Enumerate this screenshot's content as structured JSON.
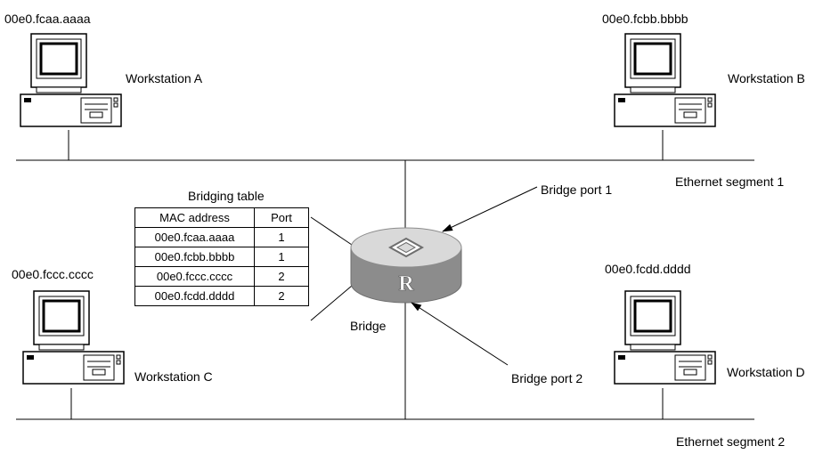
{
  "workstations": {
    "a": {
      "mac": "00e0.fcaa.aaaa",
      "name": "Workstation A"
    },
    "b": {
      "mac": "00e0.fcbb.bbbb",
      "name": "Workstation B"
    },
    "c": {
      "mac": "00e0.fccc.cccc",
      "name": "Workstation C"
    },
    "d": {
      "mac": "00e0.fcdd.dddd",
      "name": "Workstation D"
    }
  },
  "segments": {
    "one": "Ethernet segment 1",
    "two": "Ethernet segment 2"
  },
  "bridge": {
    "label": "Bridge",
    "icon_letter": "R",
    "port1": "Bridge port 1",
    "port2": "Bridge port 2"
  },
  "bridging_table": {
    "title": "Bridging table",
    "headers": [
      "MAC address",
      "Port"
    ],
    "rows": [
      {
        "mac": "00e0.fcaa.aaaa",
        "port": "1"
      },
      {
        "mac": "00e0.fcbb.bbbb",
        "port": "1"
      },
      {
        "mac": "00e0.fccc.cccc",
        "port": "2"
      },
      {
        "mac": "00e0.fcdd.dddd",
        "port": "2"
      }
    ]
  },
  "colors": {
    "router_top": "#d9d9d9",
    "router_side": "#8c8c8c",
    "router_dark": "#6e6e6e"
  }
}
